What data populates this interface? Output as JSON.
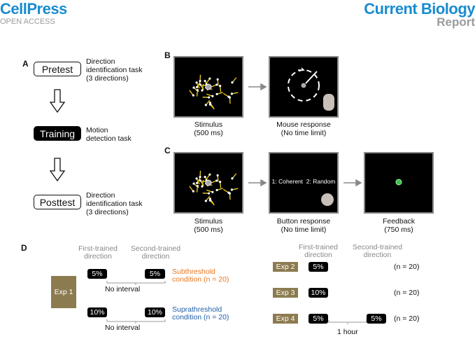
{
  "header": {
    "publisher": "CellPress",
    "open_access": "OPEN ACCESS",
    "journal": "Current Biology",
    "article_type": "Report"
  },
  "panel_a": {
    "label": "A",
    "steps": [
      {
        "name": "Pretest",
        "desc": [
          "Direction",
          "identification task",
          "(3 directions)"
        ]
      },
      {
        "name": "Training",
        "desc": [
          "Motion",
          "detection task"
        ]
      },
      {
        "name": "Posttest",
        "desc": [
          "Direction",
          "identification task",
          "(3 directions)"
        ]
      }
    ]
  },
  "panel_b": {
    "label": "B",
    "captions": [
      [
        "Stimulus",
        "(500 ms)"
      ],
      [
        "Mouse response",
        "(No time limit)"
      ]
    ]
  },
  "panel_c": {
    "label": "C",
    "captions": [
      [
        "Stimulus",
        "(500 ms)"
      ],
      [
        "Button response",
        "(No time limit)"
      ],
      [
        "Feedback",
        "(750 ms)"
      ]
    ],
    "button_text": "1: Coherent  2: Random"
  },
  "panel_d": {
    "label": "D",
    "first_header": [
      "First-trained",
      "direction"
    ],
    "second_header": [
      "Second-trained",
      "direction"
    ],
    "exp1": {
      "name": "Exp 1",
      "sub": {
        "first": "5%",
        "second": "5%",
        "interval": "No interval",
        "cond": [
          "Subthreshold",
          "condition (n = 20)"
        ]
      },
      "supra": {
        "first": "10%",
        "second": "10%",
        "interval": "No interval",
        "cond": [
          "Suprathreshold",
          "condition (n = 20)"
        ]
      }
    },
    "exp2": {
      "name": "Exp 2",
      "first": "5%",
      "n": "(n = 20)"
    },
    "exp3": {
      "name": "Exp 3",
      "first": "10%",
      "n": "(n = 20)"
    },
    "exp4": {
      "name": "Exp 4",
      "first": "5%",
      "second": "5%",
      "interval": "1 hour",
      "n": "(n = 20)"
    }
  },
  "colors": {
    "brand": "#1a8ccf",
    "subthreshold": "#e87722",
    "suprathreshold": "#1f5fa8",
    "exp": "#8c7b4f"
  }
}
